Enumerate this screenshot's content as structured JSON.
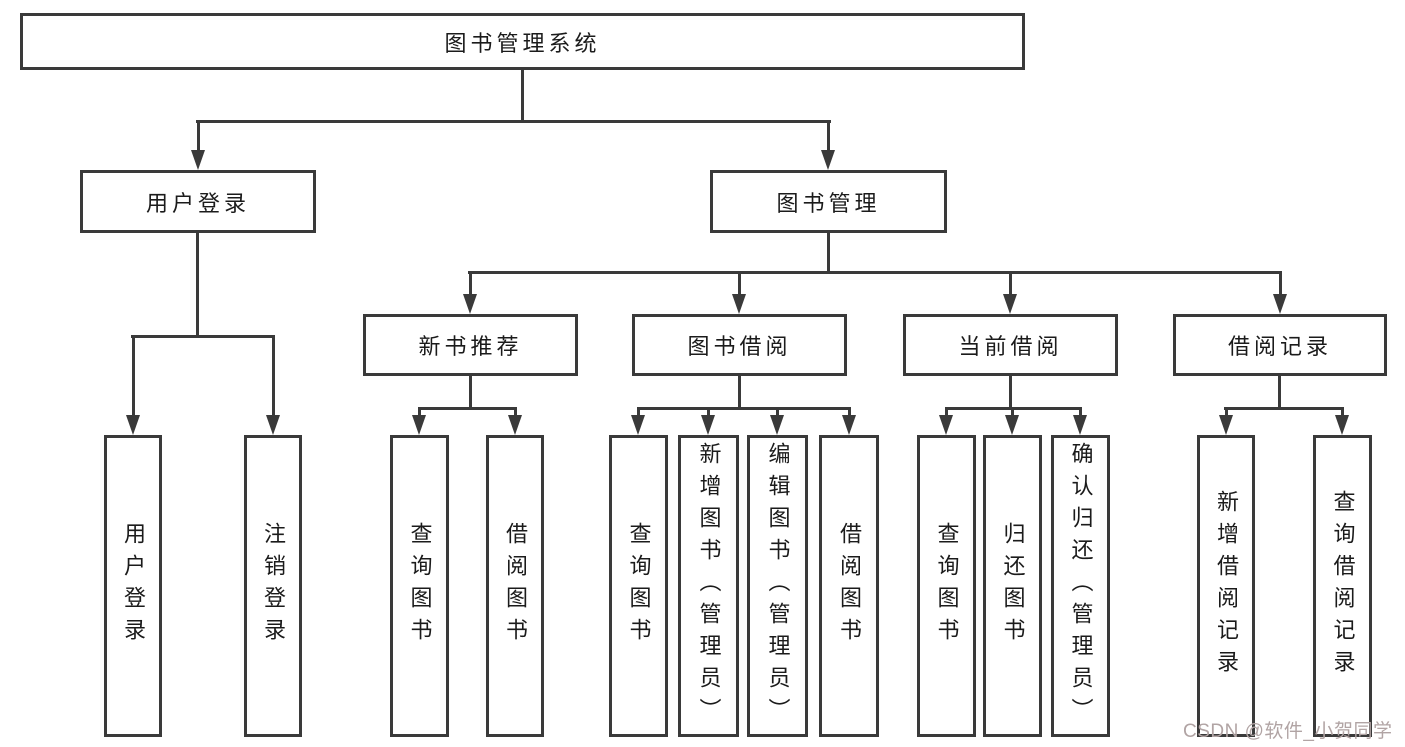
{
  "tree": {
    "root": {
      "label": "图书管理系统"
    },
    "branches": [
      {
        "label": "用户登录",
        "children": [
          {
            "label": "用户登录"
          },
          {
            "label": "注销登录"
          }
        ]
      },
      {
        "label": "图书管理",
        "children": [
          {
            "label": "新书推荐",
            "children": [
              {
                "label": "查询图书"
              },
              {
                "label": "借阅图书"
              }
            ]
          },
          {
            "label": "图书借阅",
            "children": [
              {
                "label": "查询图书"
              },
              {
                "label": "新增图书（管理员）"
              },
              {
                "label": "编辑图书（管理员）"
              },
              {
                "label": "借阅图书"
              }
            ]
          },
          {
            "label": "当前借阅",
            "children": [
              {
                "label": "查询图书"
              },
              {
                "label": "归还图书"
              },
              {
                "label": "确认归还（管理员）"
              }
            ]
          },
          {
            "label": "借阅记录",
            "children": [
              {
                "label": "新增借阅记录"
              },
              {
                "label": "查询借阅记录"
              }
            ]
          }
        ]
      }
    ]
  },
  "watermark": {
    "text": "CSDN @软件_小贺同学",
    "color": "#b1a4a4"
  },
  "colors": {
    "line": "#3a3a3a",
    "text": "#1b1b1b",
    "background": "#ffffff"
  }
}
